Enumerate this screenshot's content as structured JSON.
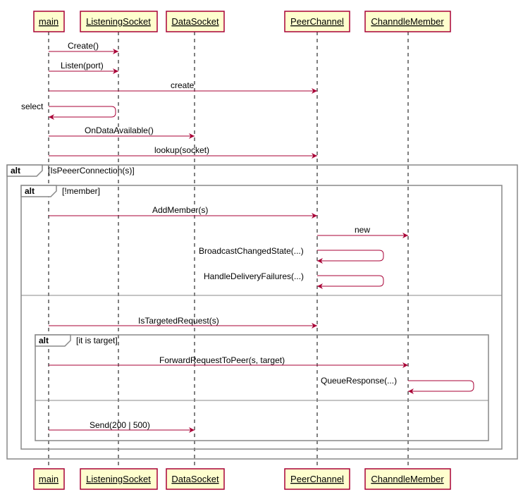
{
  "participants": [
    {
      "id": "main",
      "label": "main"
    },
    {
      "id": "listening",
      "label": "ListeningSocket"
    },
    {
      "id": "data",
      "label": "DataSocket"
    },
    {
      "id": "peer",
      "label": "PeerChannel"
    },
    {
      "id": "member",
      "label": "ChanndleMember"
    }
  ],
  "messages": [
    {
      "from": "main",
      "to": "listening",
      "label": "Create()"
    },
    {
      "from": "main",
      "to": "listening",
      "label": "Listen(port)"
    },
    {
      "from": "main",
      "to": "peer",
      "label": "create"
    },
    {
      "from": "main",
      "to": "main",
      "label": "select"
    },
    {
      "from": "main",
      "to": "data",
      "label": "OnDataAvailable()"
    },
    {
      "from": "main",
      "to": "peer",
      "label": "lookup(socket)"
    },
    {
      "from": "main",
      "to": "peer",
      "label": "AddMember(s)"
    },
    {
      "from": "peer",
      "to": "member",
      "label": "new"
    },
    {
      "from": "peer",
      "to": "peer",
      "label": "BroadcastChangedState(...)"
    },
    {
      "from": "peer",
      "to": "peer",
      "label": "HandleDeliveryFailures(...)"
    },
    {
      "from": "main",
      "to": "peer",
      "label": "IsTargetedRequest(s)"
    },
    {
      "from": "main",
      "to": "member",
      "label": "ForwardRequestToPeer(s, target)"
    },
    {
      "from": "member",
      "to": "member",
      "label": "QueueResponse(...)"
    },
    {
      "from": "main",
      "to": "data",
      "label": "Send(200 | 500)"
    }
  ],
  "fragments": [
    {
      "keyword": "alt",
      "guard": "[IsPeeerConnection(s)]"
    },
    {
      "keyword": "alt",
      "guard": "[!member]"
    },
    {
      "keyword": "alt",
      "guard": "[it is target]"
    }
  ],
  "colors": {
    "participant_fill": "#FEFECE",
    "participant_border": "#A80036",
    "arrow": "#A80036",
    "frame": "#888888"
  }
}
